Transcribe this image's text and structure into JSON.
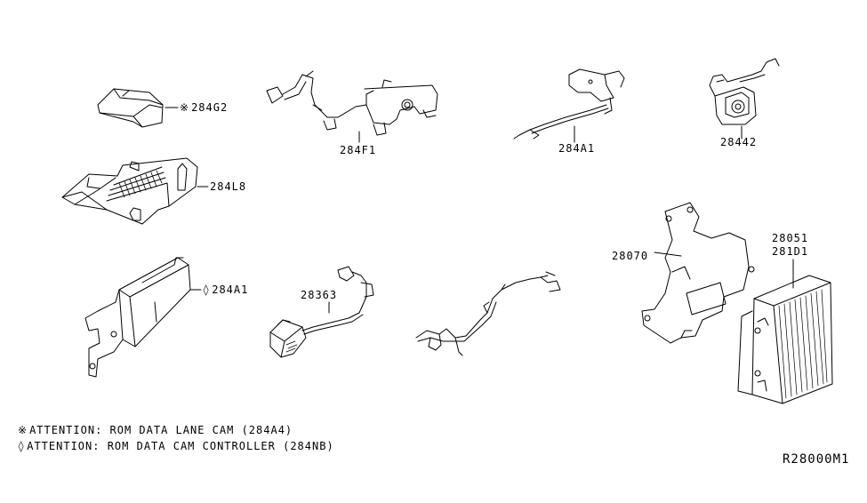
{
  "parts": {
    "p284G2": {
      "label": "284G2",
      "mark": "※"
    },
    "p284F1": {
      "label": "284F1"
    },
    "p284A1_top": {
      "label": "284A1"
    },
    "p28442": {
      "label": "28442"
    },
    "p284L8": {
      "label": "284L8"
    },
    "p28070": {
      "label": "28070"
    },
    "p28051": {
      "label": "28051"
    },
    "p281D1": {
      "label": "281D1"
    },
    "p284A1_mid": {
      "label": "284A1",
      "mark": "◊"
    },
    "p28363": {
      "label": "28363"
    }
  },
  "notes": {
    "note1": {
      "mark": "※",
      "text": "ATTENTION: ROM DATA LANE CAM (284A4)"
    },
    "note2": {
      "mark": "◊",
      "text": "ATTENTION: ROM DATA CAM CONTROLLER (284NB)"
    }
  },
  "diagram_code": "R28000M1",
  "colors": {
    "line": "#000000",
    "background": "#ffffff"
  }
}
